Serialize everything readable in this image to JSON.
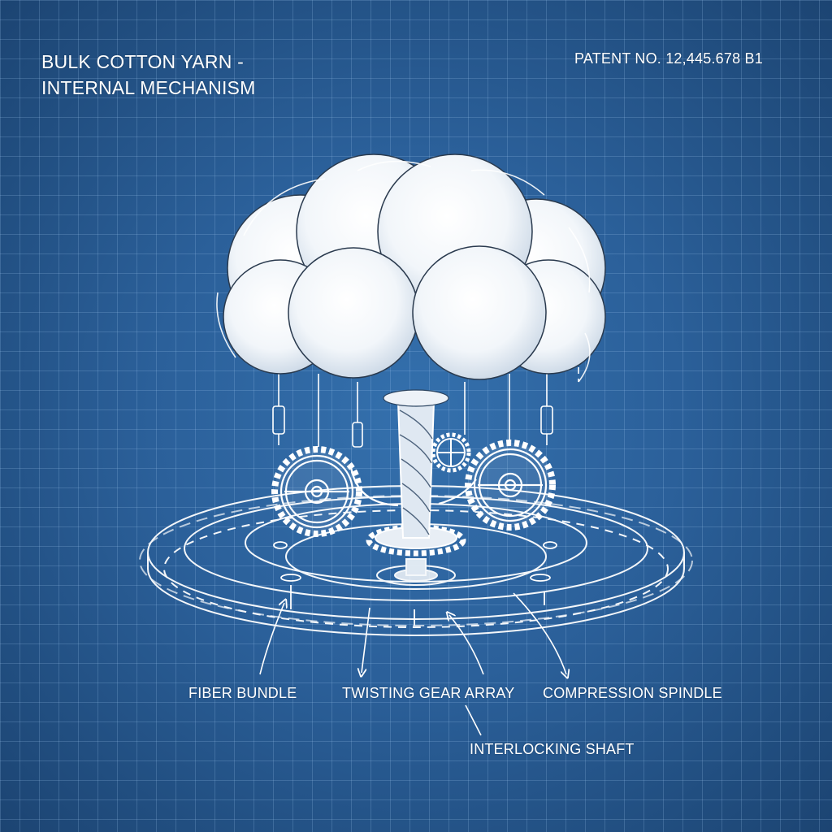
{
  "header": {
    "title_line1": "BULK COTTON YARN -",
    "title_line2": "INTERNAL MECHANISM",
    "patent_number": "PATENT NO. 12,445.678 B1"
  },
  "labels": {
    "fiber_bundle": "FIBER BUNDLE",
    "twisting_gear_array": "TWISTING GEAR ARRAY",
    "compression_spindle": "COMPRESSION SPINDLE",
    "interlocking_shaft": "INTERLOCKING SHAFT"
  },
  "colors": {
    "background": "#2b609a",
    "grid_line": "#a0c8f0",
    "line_art": "#ffffff"
  }
}
